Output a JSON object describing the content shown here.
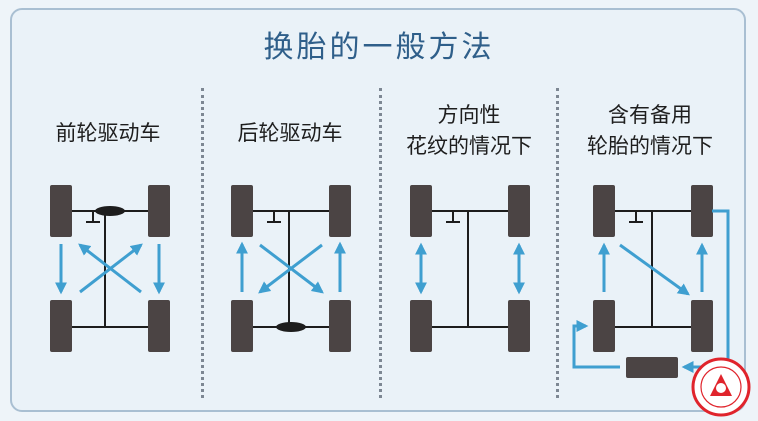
{
  "title": "换胎的一般方法",
  "columns": [
    {
      "label_lines": [
        "前轮驱动车"
      ]
    },
    {
      "label_lines": [
        "后轮驱动车"
      ]
    },
    {
      "label_lines": [
        "方向性",
        "花纹的情况下"
      ]
    },
    {
      "label_lines": [
        "含有备用",
        "轮胎的情况下"
      ]
    }
  ],
  "colors": {
    "title": "#2f5f8a",
    "arrow": "#3f9fd0",
    "tire": "#4b4444",
    "stamp": "#e0242c"
  }
}
